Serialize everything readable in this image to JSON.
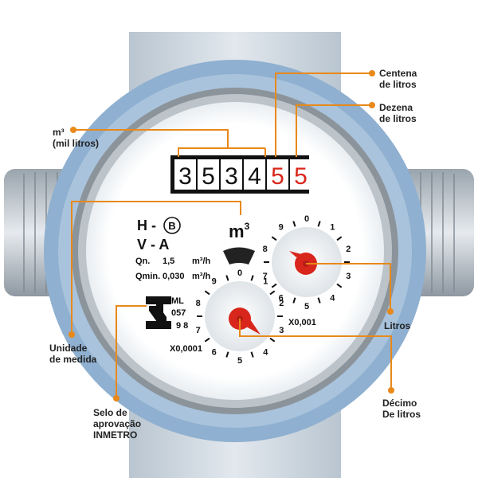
{
  "counter_digits": [
    "3",
    "5",
    "3",
    "4",
    "5",
    "5"
  ],
  "counter_red_from_index": 4,
  "unit_m3": "m",
  "unit_m3_sup": "3",
  "spec": {
    "h_letter": "H -",
    "h_circle": "B",
    "v_line": "V - A",
    "qn_label": "Qn.",
    "qn_value": "1,5",
    "qn_unit": "m³/h",
    "qmin_label": "Qmin.",
    "qmin_value": "0,030",
    "qmin_unit": "m³/h"
  },
  "seal": {
    "line1": "ML",
    "line2": "057",
    "line3": "9 8"
  },
  "dial_right": {
    "multiplier": "X0,001",
    "numbers": [
      "0",
      "1",
      "2",
      "3",
      "4",
      "5",
      "6",
      "7",
      "8",
      "9"
    ]
  },
  "dial_left": {
    "multiplier": "X0,0001",
    "numbers": [
      "0",
      "1",
      "2",
      "3",
      "4",
      "5",
      "6",
      "7",
      "8",
      "9"
    ]
  },
  "labels": {
    "m3_line1": "m³",
    "m3_line2": "(mil litros)",
    "centena_line1": "Centena",
    "centena_line2": "de litros",
    "dezena_line1": "Dezena",
    "dezena_line2": "de litros",
    "unidade_line1": "Unidade",
    "unidade_line2": "de medida",
    "selo_line1": "Selo de",
    "selo_line2": "aprovação",
    "selo_line3": "INMETRO",
    "litros": "Litros",
    "decimo_line1": "Décimo",
    "decimo_line2": "De litros"
  },
  "colors": {
    "leader": "#e8891a",
    "dial_red": "#d9261c",
    "ring_blue": "#8fb0d0",
    "pipe_grey": "#c9d3dc"
  }
}
